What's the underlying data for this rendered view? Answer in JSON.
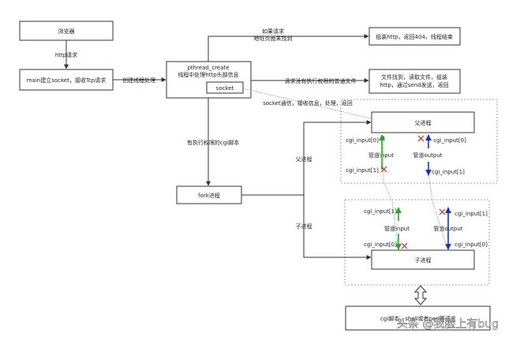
{
  "nodes": {
    "browser": "浏览器",
    "main_socket": "main建立socket，接收Tcp请求",
    "pthread_line1": "pthread_create",
    "pthread_line2": "线程中处理http头部信息",
    "socket": "socket",
    "error404": "组装http，返回404，线程结束",
    "file_found_line1": "文件找到，读取文件，组装",
    "file_found_line2": "http，通过send发送，返回",
    "parent": "父进程",
    "fork": "fork进程",
    "child": "子进程",
    "cgi_script": "cgi脚本、shell或者perl等语言"
  },
  "edges": {
    "http_request": "http请求",
    "create_thread": "创建线程处理",
    "not_found_line1": "如果请求",
    "not_found_line2": "地址页面未找到",
    "normal_file": "请求没有执行权限的普通文件",
    "executable_cgi": "有执行权限的cgi脚本",
    "socket_comm": "socket通信，接收信息，处理，返回",
    "parent_process": "父进程",
    "child_process": "子进程"
  },
  "pipes": {
    "pipe_input": "管道input",
    "pipe_output": "管道output",
    "cgi_input_0": "cgi_input[0]",
    "cgi_input_1": "cgi_input[1]"
  },
  "watermark": "头条 @我脸上有bug",
  "colors": {
    "input_pipe": "#22aa22",
    "output_pipe": "#1133cc",
    "closed_end": "#dd2222"
  }
}
